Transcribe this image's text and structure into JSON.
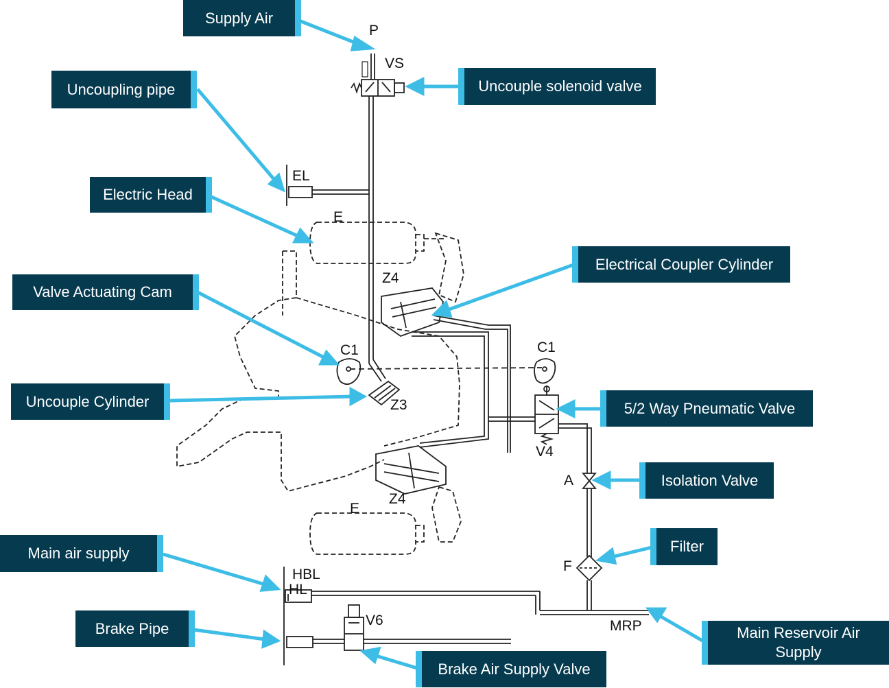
{
  "callouts": {
    "supply_air": "Supply Air",
    "uncoupling_pipe": "Uncoupling pipe",
    "uncouple_solenoid_valve": "Uncouple solenoid valve",
    "electric_head": "Electric Head",
    "electrical_coupler_cylinder": "Electrical Coupler Cylinder",
    "valve_actuating_cam": "Valve Actuating Cam",
    "uncouple_cylinder": "Uncouple Cylinder",
    "five_two_way_valve": "5/2 Way Pneumatic Valve",
    "isolation_valve": "Isolation Valve",
    "filter": "Filter",
    "main_air_supply": "Main air supply",
    "brake_pipe": "Brake Pipe",
    "main_reservoir_air_supply": "Main Reservoir Air Supply",
    "brake_air_supply_valve": "Brake Air Supply Valve"
  },
  "labels": {
    "p": "P",
    "vs": "VS",
    "el": "EL",
    "e_top": "E",
    "z4_top": "Z4",
    "c1_left": "C1",
    "c1_right": "C1",
    "z3": "Z3",
    "v4": "V4",
    "a": "A",
    "z4_bottom": "Z4",
    "e_bottom": "E",
    "hbl": "HBL",
    "hl": "HL",
    "f": "F",
    "mrp": "MRP",
    "v6": "V6"
  },
  "colors": {
    "callout_bg": "#063a4f",
    "callout_text": "#ffffff",
    "accent": "#3dbde6",
    "line": "#222222"
  }
}
